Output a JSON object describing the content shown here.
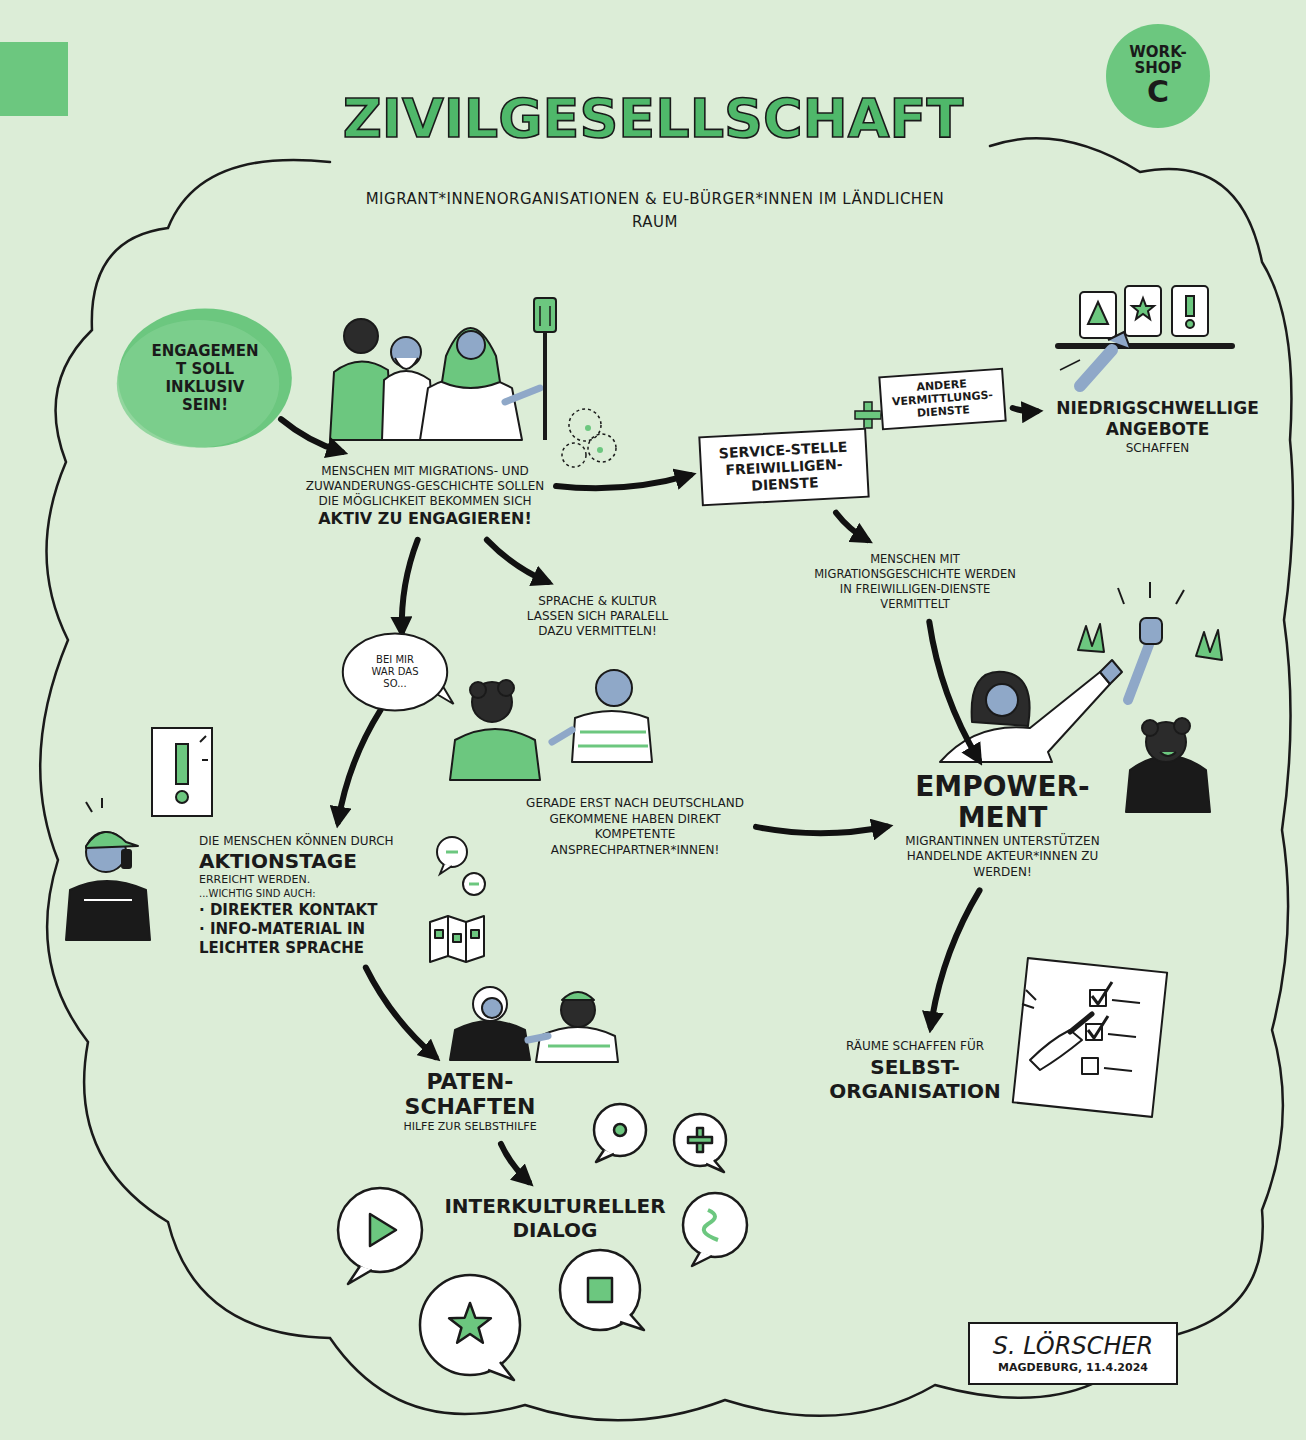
{
  "diagram": {
    "title": "ZIVILGESELLSCHAFT",
    "nodes": [
      {
        "text": [
          "WORK-SHOP",
          "C"
        ]
      },
      {
        "text": [
          "ENGAGEMENT SOLL INKLUSIV SEIN!"
        ]
      },
      {
        "text": [
          "MENSCHEN MIT MIGRATIONS- UND ZUWANDERUNGS-GESCHICHTE SOLLEN DIE MÖGLICHKEIT BEKOMMEN SICH",
          "AKTIV ZU ENGAGIEREN!"
        ]
      },
      {
        "text": [
          "SERVICE-STELLE FREIWILLIGEN-DIENSTE"
        ]
      },
      {
        "text": [
          "ANDERE VERMITTLUNGS-DIENSTE"
        ]
      },
      {
        "text": [
          "NIEDRIGSCHWELLIGE ANGEBOTE",
          "SCHAFFEN"
        ]
      },
      {
        "text": [
          "SPRACHE & KULTUR LASSEN SICH PARALELL DAZU VERMITTELN!"
        ]
      },
      {
        "text": [
          "MENSCHEN MIT MIGRATIONSGESCHICHTE WERDEN IN FREIWILLIGEN-DIENSTE VERMITTELT"
        ]
      },
      {
        "text": [
          "BEI MIR WAR DAS SO..."
        ]
      },
      {
        "text": [
          "GERADE ERST NACH DEUTSCHLAND GEKOMMENE HABEN DIREKT KOMPETENTE ANSPRECHPARTNER*INNEN!"
        ]
      },
      {
        "text": [
          "EMPOWER-MENT",
          "MIGRANTINNEN UNTERSTÜTZEN HANDELNDE AKTEUR*INNEN ZU WERDEN!"
        ]
      },
      {
        "text": [
          "DIE MENSCHEN KÖNNEN DURCH",
          "AKTIONSTAGE",
          "ERREICHT WERDEN.",
          "...WICHTIG SIND AUCH:",
          "· DIREKTER KONTAKT",
          "· INFO-MATERIAL IN LEICHTER SPRACHE"
        ]
      },
      {
        "text": [
          "RÄUME SCHAFFEN FÜR",
          "SELBST-ORGANISATION"
        ]
      },
      {
        "text": [
          "PATEN-SCHAFTEN",
          "HILFE ZUR SELBSTHILFE"
        ]
      },
      {
        "text": [
          "INTERKULTURELLER DIALOG"
        ]
      },
      {
        "text": [
          "S. LÖRSCHER",
          "MAGDEBURG, 11.4.2024"
        ]
      }
    ],
    "edges": [
      {
        "from": 1,
        "to": 2,
        "arrow": "to"
      },
      {
        "from": 2,
        "to": 3,
        "arrow": "to"
      },
      {
        "from": 4,
        "to": 5,
        "arrow": "to"
      },
      {
        "from": 3,
        "to": 7,
        "arrow": "to"
      },
      {
        "from": 7,
        "to": 10,
        "arrow": "to"
      },
      {
        "from": 2,
        "to": 6,
        "arrow": "to"
      },
      {
        "from": 2,
        "to": 8,
        "arrow": "to"
      },
      {
        "from": 8,
        "to": 11,
        "arrow": "to"
      },
      {
        "from": 9,
        "to": 10,
        "arrow": "to"
      },
      {
        "from": 11,
        "to": 13,
        "arrow": "to"
      },
      {
        "from": 13,
        "to": 14,
        "arrow": "to"
      },
      {
        "from": 10,
        "to": 12,
        "arrow": "to"
      }
    ],
    "labels": [
      "MIGRANT*INNENORGANISATIONEN & EU-BÜRGER*INNEN IM LÄNDLICHEN RAUM"
    ]
  }
}
